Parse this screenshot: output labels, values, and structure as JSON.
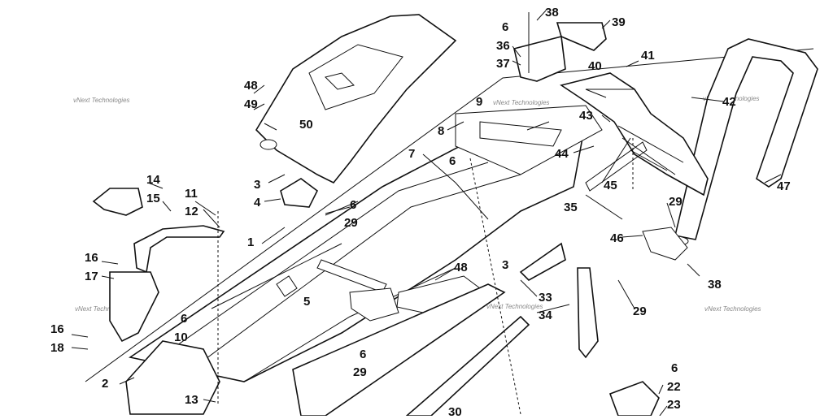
{
  "watermark": "vNext Technologies",
  "callouts": [
    "1",
    "2",
    "3",
    "3",
    "4",
    "5",
    "6",
    "6",
    "6",
    "6",
    "6",
    "6",
    "7",
    "8",
    "9",
    "10",
    "11",
    "12",
    "13",
    "14",
    "15",
    "16",
    "16",
    "17",
    "18",
    "22",
    "23",
    "29",
    "29",
    "29",
    "29",
    "30",
    "33",
    "34",
    "35",
    "36",
    "37",
    "38",
    "38",
    "39",
    "40",
    "41",
    "42",
    "43",
    "44",
    "45",
    "46",
    "47",
    "48",
    "48",
    "49",
    "50"
  ]
}
